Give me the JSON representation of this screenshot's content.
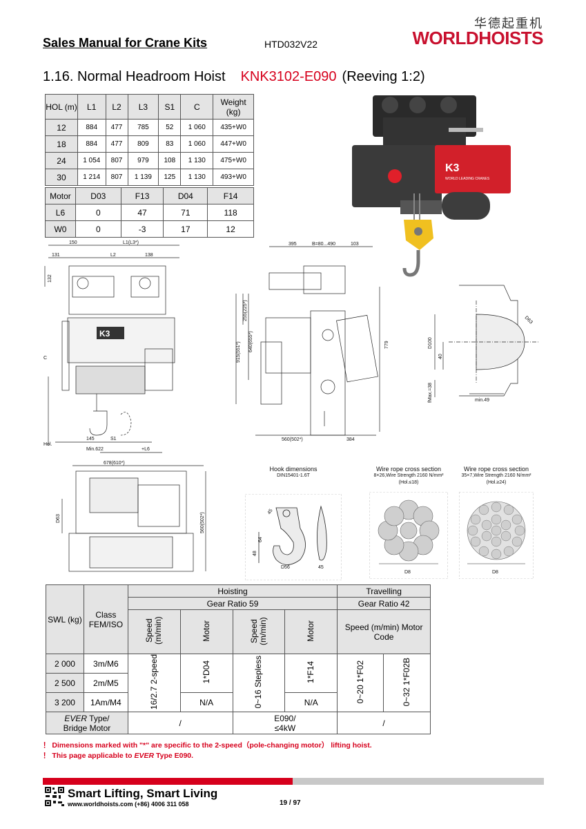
{
  "header": {
    "title": "Sales Manual for Crane Kits",
    "code": "HTD032V22",
    "logo_cn": "华德起重机",
    "logo_en": "WORLDHOISTS"
  },
  "section": {
    "number_title": "1.16. Normal Headroom Hoist",
    "model": "KNK3102-E090",
    "reeving": "(Reeving 1:2)"
  },
  "dim_table": {
    "headers": [
      "HOL (m)",
      "L1",
      "L2",
      "L3",
      "S1",
      "C",
      "Weight (kg)"
    ],
    "rows": [
      [
        "12",
        "884",
        "477",
        "785",
        "52",
        "1 060",
        "435+W0"
      ],
      [
        "18",
        "884",
        "477",
        "809",
        "83",
        "1 060",
        "447+W0"
      ],
      [
        "24",
        "1 054",
        "807",
        "979",
        "108",
        "1 130",
        "475+W0"
      ],
      [
        "30",
        "1 214",
        "807",
        "1 139",
        "125",
        "1 130",
        "493+W0"
      ]
    ]
  },
  "motor_table": {
    "headers": [
      "Motor",
      "D03",
      "F13",
      "D04",
      "F14"
    ],
    "rows": [
      [
        "L6",
        "0",
        "47",
        "71",
        "118"
      ],
      [
        "W0",
        "0",
        "-3",
        "17",
        "12"
      ]
    ]
  },
  "drawing_labels": {
    "front": {
      "d150": "150",
      "l1": "L1(L3*)",
      "d131": "131",
      "l2": "L2",
      "d138": "138",
      "d132": "132",
      "c": "C",
      "hol": "Hol.",
      "d145": "145",
      "s1": "S1",
      "min622": "Min.622",
      "l6": "+L6"
    },
    "side": {
      "d395": "395",
      "b": "B=80...490",
      "d103": "103",
      "d255": "255(225*)",
      "d640": "640(655*)",
      "d915": "915(551*)",
      "d779": "779",
      "d560": "560(502*)",
      "d384": "384"
    },
    "drum": {
      "d100": "D100",
      "d63": "D63",
      "d40": "40",
      "tmax": "fMax.=38",
      "min49": "min.49"
    },
    "top": {
      "d678": "678(610*)",
      "d63": "D63",
      "d560": "560(502*)"
    },
    "hook": {
      "title": "Hook dimensions",
      "std": "DIN15401-1.6T",
      "a45a": "45",
      "a64": "64",
      "a48": "48",
      "d56": "D56",
      "a45b": "45"
    },
    "rope1": {
      "title": "Wire rope cross section",
      "spec": "8×26,Wire Strength 2160 N/mm²",
      "hol": "(Hol.≤18)",
      "d8": "D8"
    },
    "rope2": {
      "title": "Wire rope cross section",
      "spec": "35×7,Wire Strength 2160 N/mm²",
      "hol": "(Hol.≥24)",
      "d8": "D8"
    }
  },
  "product_image": {
    "brand": "K3",
    "tagline": "WORLD LEADING CRANES"
  },
  "spec_table": {
    "hoisting": "Hoisting",
    "travelling": "Travelling",
    "gear_hoist": "Gear Ratio 59",
    "gear_travel": "Gear Ratio 42",
    "swl": "SWL (kg)",
    "class": "Class FEM/ISO",
    "speed1": "Speed (m/min)",
    "motor1": "Motor",
    "speed2": "Speed (m/min)",
    "motor2": "Motor",
    "travel_hdr": "Speed (m/min) Motor Code",
    "rows": [
      {
        "swl": "2 000",
        "cls": "3m/M6"
      },
      {
        "swl": "2 500",
        "cls": "2m/M5"
      },
      {
        "swl": "3 200",
        "cls": "1Am/M4"
      }
    ],
    "hoist_speed": "16/2.7 2-speed",
    "hoist_motor": "1*D04",
    "hoist_motor_na": "N/A",
    "stepless_speed": "0~16 Stepless",
    "stepless_motor": "1*F14",
    "stepless_motor_na": "N/A",
    "travel1": "0~20 1*F02",
    "travel2": "0~32 1*F02B",
    "ever_label_em": "EVER",
    "ever_label_rest": " Type/",
    "ever_label2": "Bridge Motor",
    "ever_v1": "/",
    "ever_v2a": "E090/",
    "ever_v2b": "≤4kW",
    "ever_v3": "/"
  },
  "notes": {
    "n1": "！ Dimensions marked with \"*\" are specific to the 2-speed（pole-changing motor） lifting hoist.",
    "n2_pre": "！ This page applicable to ",
    "n2_em": "EVER",
    "n2_post": " Type E090."
  },
  "footer": {
    "slogan": "Smart Lifting, Smart Living",
    "site": "www.worldhoists.com  (+86) 4006 311 058",
    "page": "19 / 97"
  },
  "colors": {
    "brand_red": "#d6001c",
    "header_grey": "#e4e4e4",
    "footer_grey": "#c8c8c8"
  }
}
